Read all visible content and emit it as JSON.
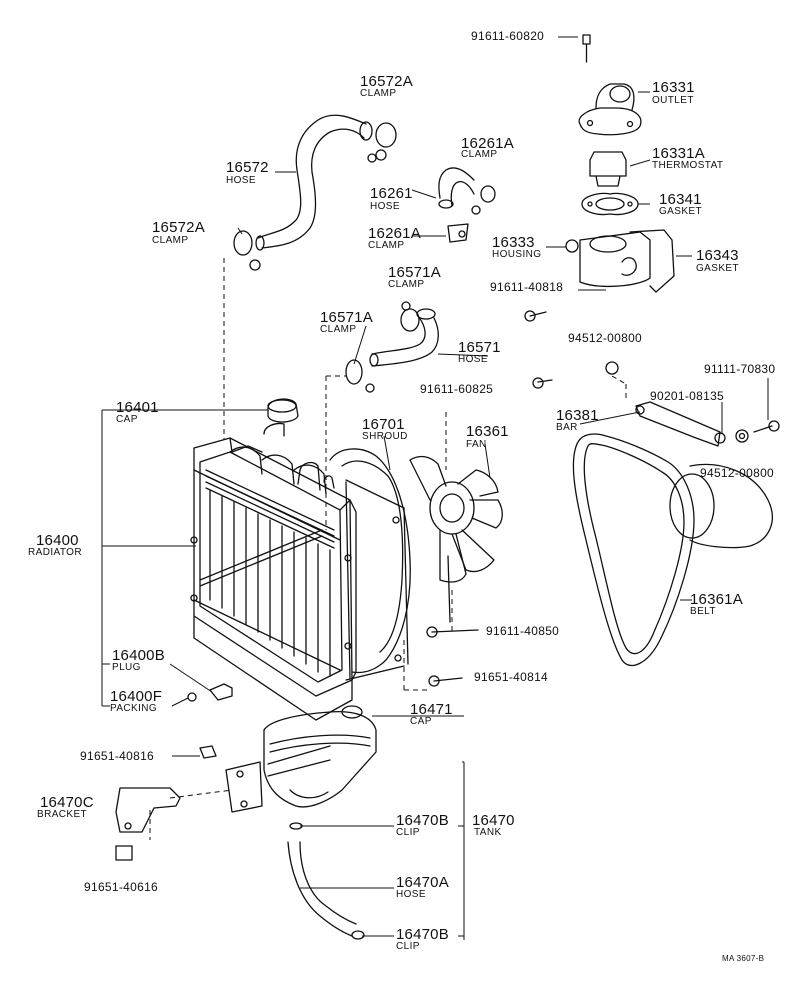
{
  "diagram_ref": "MA 3607-B",
  "callouts": {
    "c16572A_top": {
      "number": "16572A",
      "name": "CLAMP"
    },
    "c16572": {
      "number": "16572",
      "name": "HOSE"
    },
    "c16572A_left": {
      "number": "16572A",
      "name": "CLAMP"
    },
    "c16261A_top": {
      "number": "16261A",
      "name": "CLAMP"
    },
    "c16261": {
      "number": "16261",
      "name": "HOSE"
    },
    "c16261A_low": {
      "number": "16261A",
      "name": "CLAMP"
    },
    "c16331": {
      "number": "16331",
      "name": "OUTLET"
    },
    "c16331A": {
      "number": "16331A",
      "name": "THERMOSTAT"
    },
    "c16341": {
      "number": "16341",
      "name": "GASKET"
    },
    "c16333": {
      "number": "16333",
      "name": "HOUSING"
    },
    "c16343": {
      "number": "16343",
      "name": "GASKET"
    },
    "c16571A_top": {
      "number": "16571A",
      "name": "CLAMP"
    },
    "c16571A_left": {
      "number": "16571A",
      "name": "CLAMP"
    },
    "c16571": {
      "number": "16571",
      "name": "HOSE"
    },
    "c16401": {
      "number": "16401",
      "name": "CAP"
    },
    "c16701": {
      "number": "16701",
      "name": "SHROUD"
    },
    "c16361": {
      "number": "16361",
      "name": "FAN"
    },
    "c16381": {
      "number": "16381",
      "name": "BAR"
    },
    "c16400": {
      "number": "16400",
      "name": "RADIATOR"
    },
    "c16361A": {
      "number": "16361A",
      "name": "BELT"
    },
    "c16400B": {
      "number": "16400B",
      "name": "PLUG"
    },
    "c16400F": {
      "number": "16400F",
      "name": "PACKING"
    },
    "c16471": {
      "number": "16471",
      "name": "CAP"
    },
    "c16470C": {
      "number": "16470C",
      "name": "BRACKET"
    },
    "c16470B_top": {
      "number": "16470B",
      "name": "CLIP"
    },
    "c16470": {
      "number": "16470",
      "name": "TANK"
    },
    "c16470A": {
      "number": "16470A",
      "name": "HOSE"
    },
    "c16470B_bot": {
      "number": "16470B",
      "name": "CLIP"
    }
  },
  "part_numbers": {
    "p91611_60820": "91611-60820",
    "p91611_40818": "91611-40818",
    "p94512_00800_top": "94512-00800",
    "p91111_70830": "91111-70830",
    "p91611_60825": "91611-60825",
    "p90201_08135": "90201-08135",
    "p94512_00800_bot": "94512-00800",
    "p91611_40850": "91611-40850",
    "p91651_40814": "91651-40814",
    "p91651_40816": "91651-40816",
    "p91651_40616": "91651-40616"
  }
}
